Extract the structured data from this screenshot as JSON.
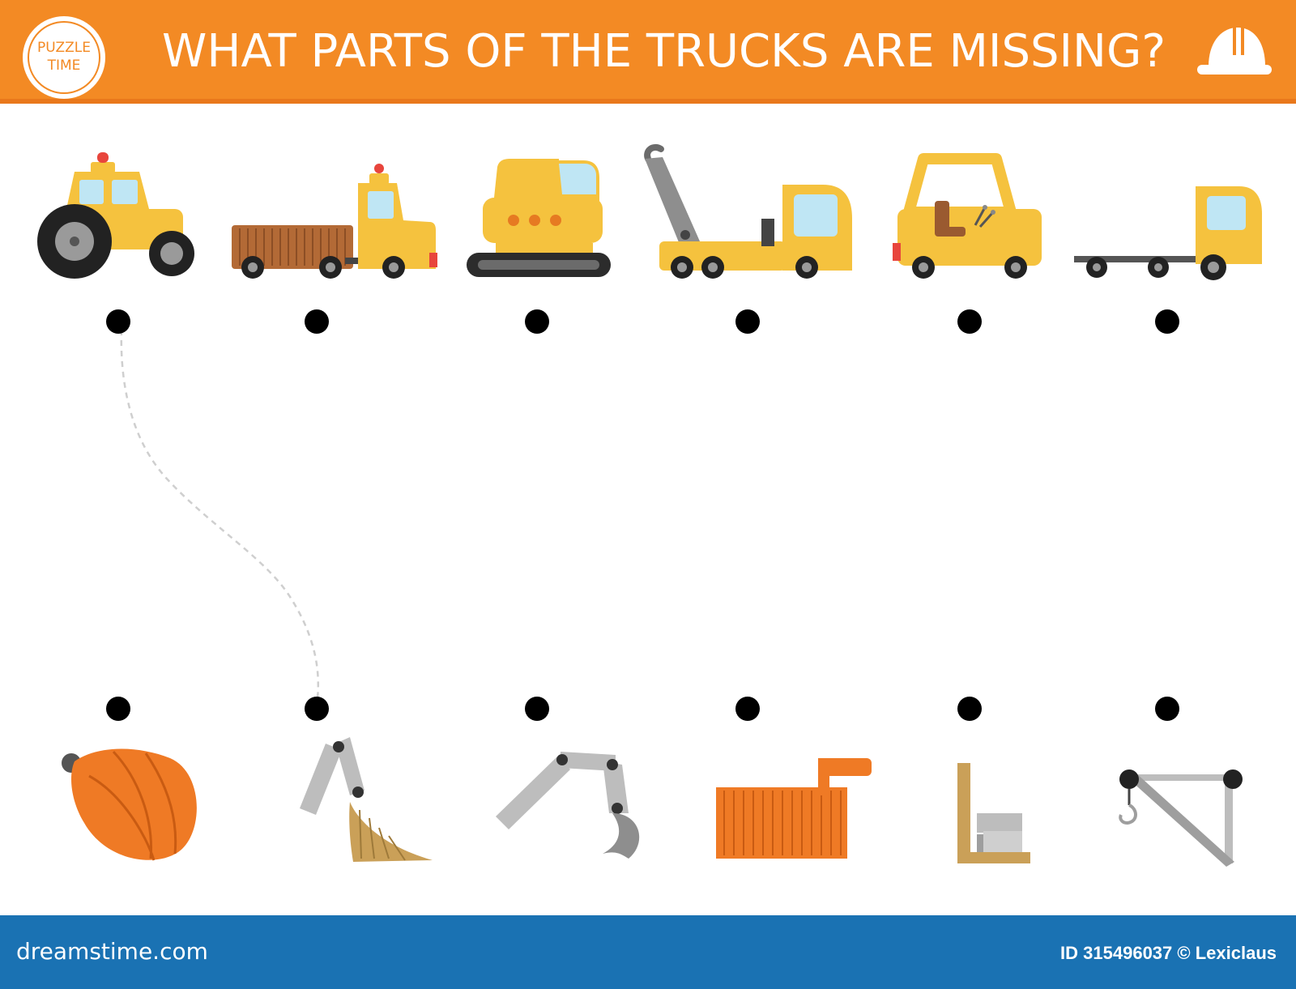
{
  "header": {
    "badge_line1": "PUZZLE",
    "badge_line2": "TIME",
    "title": "WHAT PARTS OF THE TRUCKS ARE MISSING?",
    "helmet_icon": "hard-hat-icon",
    "color": "#f38a24"
  },
  "trucks": [
    {
      "name": "tractor-icon"
    },
    {
      "name": "dump-truck-without-bed-icon"
    },
    {
      "name": "excavator-without-arm-icon"
    },
    {
      "name": "tow-truck-icon"
    },
    {
      "name": "forklift-without-fork-icon"
    },
    {
      "name": "flatbed-truck-icon"
    }
  ],
  "parts": [
    {
      "name": "concrete-mixer-drum-icon"
    },
    {
      "name": "loader-arm-with-bucket-icon"
    },
    {
      "name": "excavator-arm-icon"
    },
    {
      "name": "dump-body-icon"
    },
    {
      "name": "forklift-fork-with-load-icon"
    },
    {
      "name": "crane-boom-with-hook-icon"
    }
  ],
  "example_connection": {
    "from_truck": 1,
    "to_part": 2
  },
  "watermark": "dreamstime",
  "footer": {
    "brand": "dreamstime.com",
    "id_text": "ID 315496037 © Lexiclaus",
    "color": "#1a72b3"
  }
}
